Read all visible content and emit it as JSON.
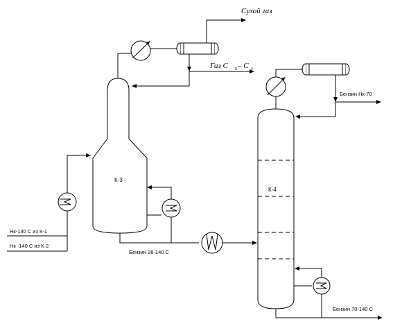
{
  "labels": {
    "dry_gas": "Сухой газ",
    "gas_c": "Газ С",
    "gas_dash": "– С",
    "sub_1": "3",
    "sub_2": "4",
    "column_k3": "К-3",
    "column_k4": "К-4",
    "feed_1": "Нк-140 С из К-1",
    "feed_2": "Нк -140 С из К-2",
    "benzin_28_140": "Бензин 28-140 С",
    "benzin_nk_70": "Бензин Нк-70",
    "benzin_70_140": "Бензин 70-140 С"
  }
}
